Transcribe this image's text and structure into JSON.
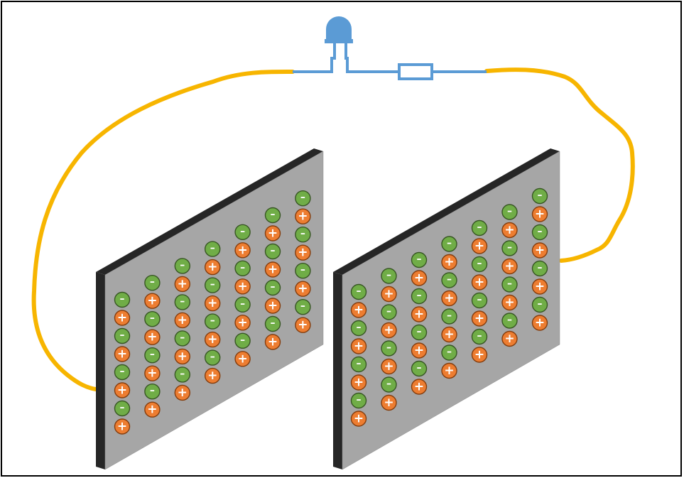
{
  "colors": {
    "frame": "#000000",
    "background": "#ffffff",
    "wire": "#f7b500",
    "component": "#5b9bd5",
    "plate_face": "#a6a6a6",
    "plate_edge": "#262626",
    "positive_fill": "#ed7d31",
    "positive_stroke": "#843c0c",
    "negative_fill": "#70ad47",
    "negative_stroke": "#375623"
  },
  "icons": {
    "led": "led-icon",
    "resistor": "resistor-icon",
    "positive_charge": "plus",
    "negative_charge": "minus"
  },
  "charge_symbols": {
    "positive": "+",
    "negative": "–"
  },
  "plates": [
    {
      "id": "left",
      "columns": [
        [
          "neg",
          "pos",
          "neg",
          "pos",
          "neg",
          "pos",
          "neg",
          "pos"
        ],
        [
          "neg",
          "pos",
          "neg",
          "pos",
          "neg",
          "pos",
          "neg",
          "pos"
        ],
        [
          "neg",
          "pos",
          "neg",
          "pos",
          "neg",
          "pos",
          "neg",
          "pos"
        ],
        [
          "neg",
          "pos",
          "neg",
          "pos",
          "neg",
          "pos",
          "neg",
          "pos"
        ],
        [
          "neg",
          "pos",
          "neg",
          "pos",
          "neg",
          "pos",
          "neg",
          "pos"
        ],
        [
          "neg",
          "pos",
          "neg",
          "pos",
          "neg",
          "pos",
          "neg",
          "pos"
        ],
        [
          "neg",
          "pos",
          "neg",
          "pos",
          "neg",
          "pos",
          "neg",
          "pos"
        ]
      ]
    },
    {
      "id": "right",
      "columns": [
        [
          "neg",
          "pos",
          "neg",
          "pos",
          "neg",
          "pos",
          "neg",
          "pos"
        ],
        [
          "neg",
          "pos",
          "neg",
          "pos",
          "neg",
          "pos",
          "neg",
          "pos"
        ],
        [
          "neg",
          "pos",
          "neg",
          "pos",
          "neg",
          "pos",
          "neg",
          "pos"
        ],
        [
          "neg",
          "pos",
          "neg",
          "pos",
          "neg",
          "pos",
          "neg",
          "pos"
        ],
        [
          "neg",
          "pos",
          "neg",
          "pos",
          "neg",
          "pos",
          "neg",
          "pos"
        ],
        [
          "neg",
          "pos",
          "neg",
          "pos",
          "neg",
          "pos",
          "neg",
          "pos"
        ],
        [
          "neg",
          "pos",
          "neg",
          "pos",
          "neg",
          "pos",
          "neg",
          "pos"
        ]
      ]
    }
  ]
}
